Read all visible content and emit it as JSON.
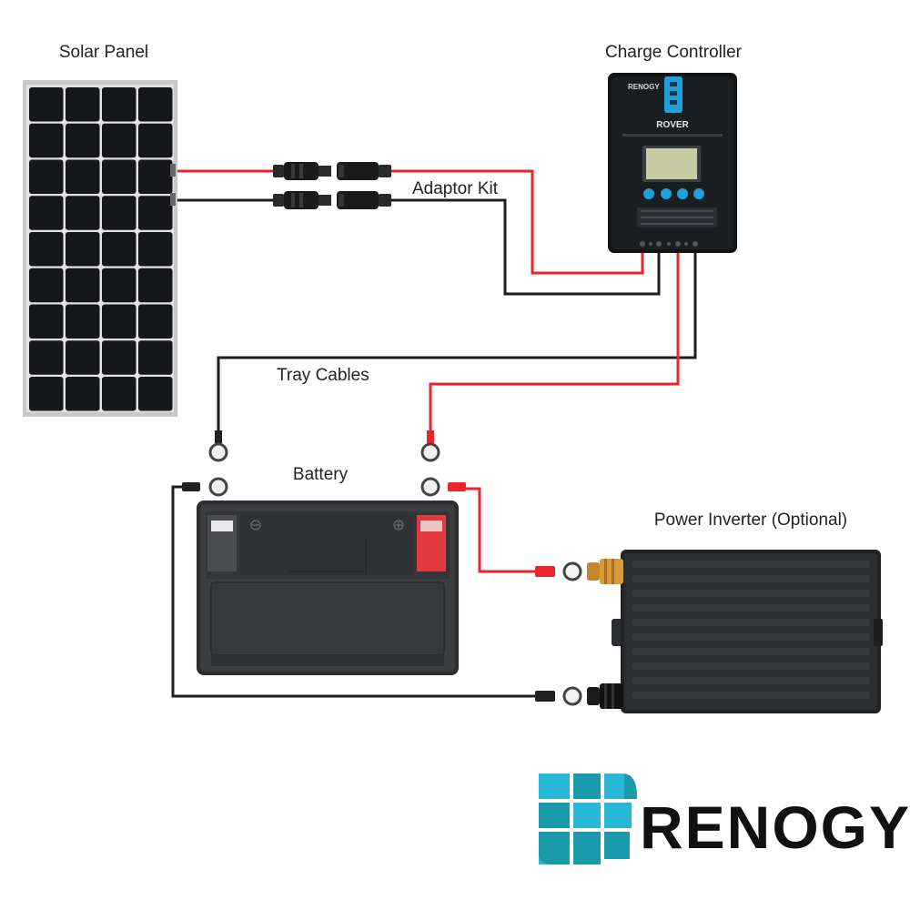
{
  "labels": {
    "solar_panel": "Solar Panel",
    "charge_controller": "Charge Controller",
    "adaptor_kit": "Adaptor Kit",
    "tray_cables": "Tray Cables",
    "battery": "Battery",
    "power_inverter": "Power Inverter (Optional)"
  },
  "controller": {
    "brand": "RENOGY",
    "model": "ROVER"
  },
  "logo": {
    "wordmark": "RENOGY"
  },
  "colors": {
    "positive_wire": "#e8262b",
    "negative_wire": "#1e1e1e",
    "panel_cell": "#15171a",
    "panel_frame": "#c9c9c9",
    "controller_body": "#121416",
    "controller_accent": "#1fa0d8",
    "lcd": "#c7cba4",
    "battery_body": "#3b3d40",
    "battery_positive_terminal": "#e23a3f",
    "inverter_body": "#2c2d30",
    "logo_teal_dark": "#1b9aaa",
    "logo_teal_light": "#2ab8d6",
    "logo_text": "#111111"
  },
  "icons": [
    "solar-panel-icon",
    "charge-controller-icon",
    "battery-icon",
    "power-inverter-icon",
    "mc4-connector-icon",
    "ring-terminal-icon",
    "renogy-logo-icon"
  ]
}
